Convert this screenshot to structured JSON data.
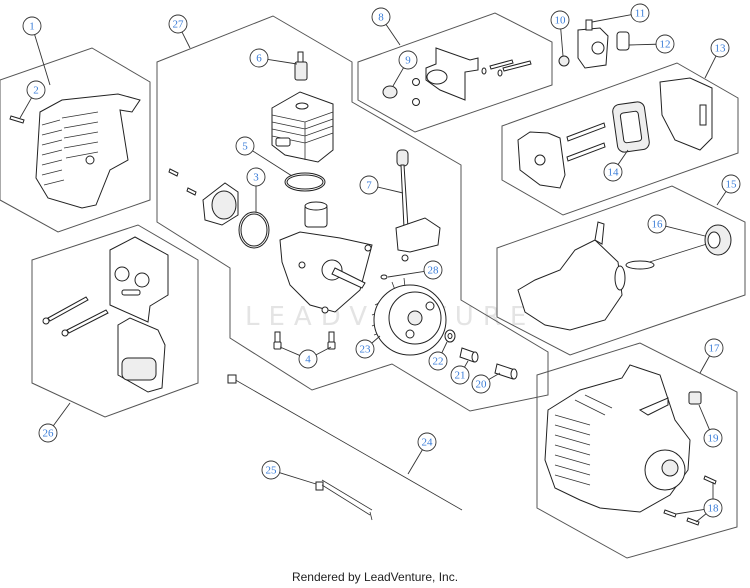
{
  "diagram": {
    "watermark": "LEADVENTURE",
    "callout_color": "#3b7dd8",
    "callouts": [
      "1",
      "2",
      "3",
      "4",
      "5",
      "6",
      "7",
      "8",
      "9",
      "10",
      "11",
      "12",
      "13",
      "14",
      "15",
      "16",
      "17",
      "18",
      "19",
      "20",
      "21",
      "22",
      "23",
      "24",
      "25",
      "26",
      "27",
      "28"
    ]
  },
  "footer": {
    "caption": "Rendered by LeadVenture, Inc."
  }
}
